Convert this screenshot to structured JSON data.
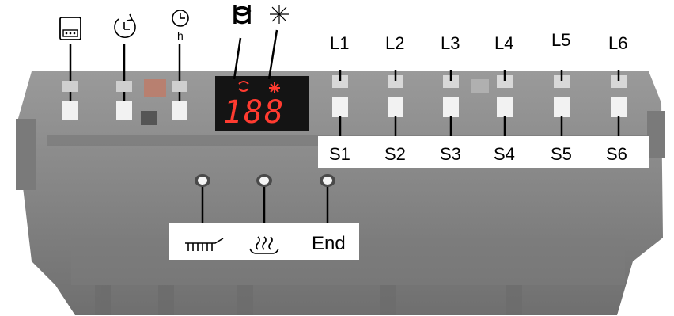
{
  "top_symbols": [
    {
      "icon": "door-panel-icon"
    },
    {
      "icon": "delay-timer-icon"
    },
    {
      "icon": "hours-timer-icon",
      "text": "h"
    },
    {
      "icon": "rinse-aid-icon"
    },
    {
      "icon": "salt-icon"
    }
  ],
  "display": {
    "digits": "188",
    "digit_color": "#ff3b30"
  },
  "leds": [
    "L1",
    "L2",
    "L3",
    "L4",
    "L5",
    "L6"
  ],
  "switches": [
    "S1",
    "S2",
    "S3",
    "S4",
    "S5",
    "S6"
  ],
  "indicators": [
    {
      "icon": "wash-spray-icon"
    },
    {
      "icon": "drying-steam-icon"
    },
    {
      "label": "End"
    }
  ],
  "colors": {
    "housing": "#8a8a8a",
    "display_bg": "#141414"
  }
}
